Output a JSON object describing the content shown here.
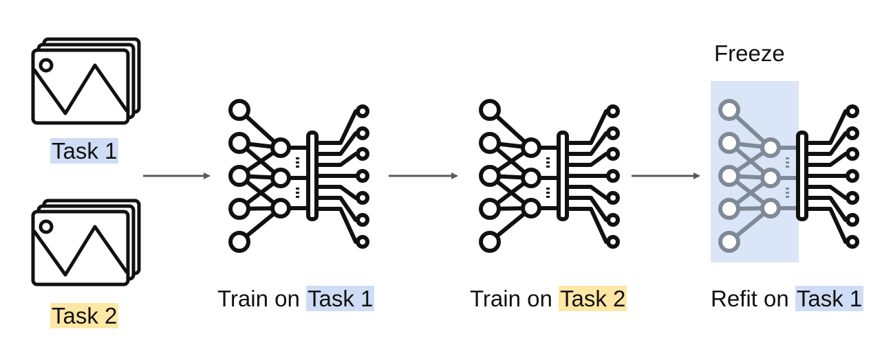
{
  "inputs": [
    {
      "task": "Task 1",
      "highlight": "#cfdcf5"
    },
    {
      "task": "Task 2",
      "highlight": "#fde7a4"
    }
  ],
  "steps": [
    {
      "prefix": "Train on ",
      "task": "Task 1",
      "highlight": "#cfdcf5"
    },
    {
      "prefix": "Train on ",
      "task": "Task 2",
      "highlight": "#fde7a4"
    },
    {
      "prefix": "Refit on ",
      "task": "Task 1",
      "highlight": "#cfdcf5"
    }
  ],
  "freeze_label": "Freeze",
  "colors": {
    "icon": "#111111",
    "frozen_icon": "#7f8a96",
    "arrow": "#5a5a5a",
    "freeze_region": "#dae5f8"
  },
  "icons": [
    "image-stack-icon",
    "neural-network-icon"
  ]
}
